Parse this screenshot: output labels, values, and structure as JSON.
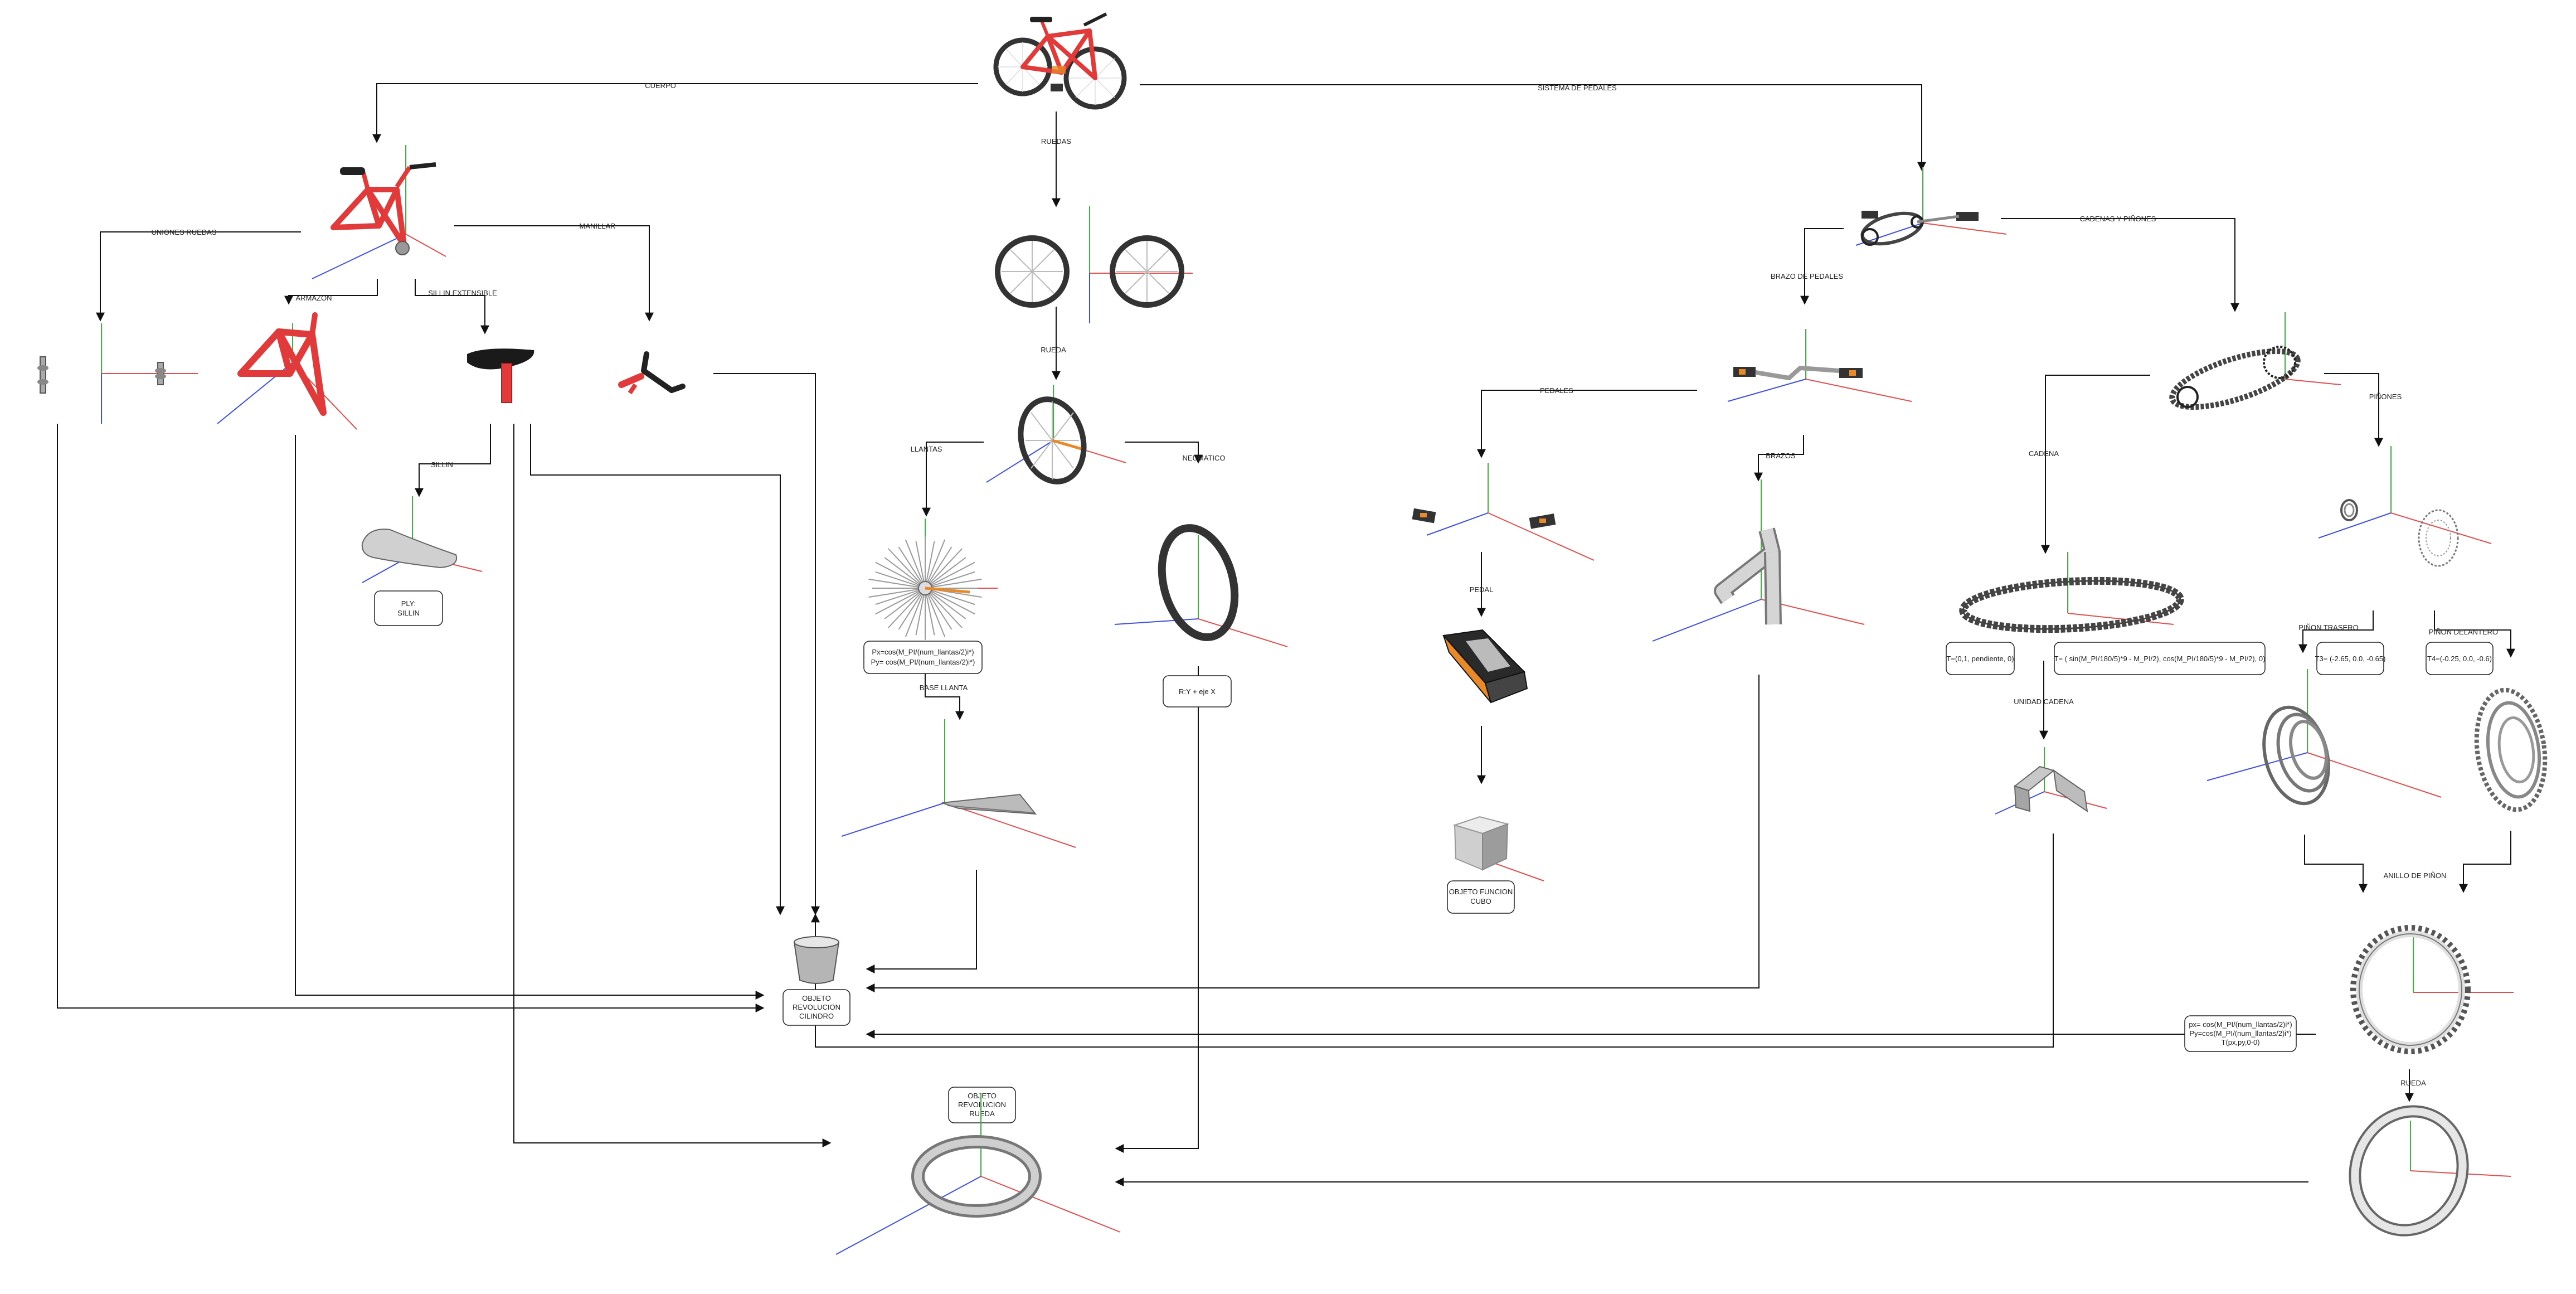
{
  "edge_labels": {
    "cuerpo": "CUERPO",
    "ruedas": "RUEDAS",
    "sistema_pedales": "SISTEMA DE PEDALES",
    "uniones_ruedas": "UNIONES RUEDAS",
    "manillar": "MANILLAR",
    "armazon": "ARMAZON",
    "sillin_extensible": "SILLIN EXTENSIBLE",
    "sillin": "SILLIN",
    "rueda": "RUEDA",
    "llantas": "LLANTAS",
    "neumatico": "NEUMATICO",
    "base_llanta": "BASE LLANTA",
    "brazo_pedales": "BRAZO DE PEDALES",
    "cadenas_pinones": "CADENAS Y PIÑONES",
    "pedales": "PEDALES",
    "brazos": "BRAZOS",
    "pedal": "PEDAL",
    "cadena": "CADENA",
    "pinones": "PIÑONES",
    "unidad_cadena": "UNIDAD CADENA",
    "pinon_trasero": "PIÑON TRASERO",
    "pinon_delantero": "PIÑON DELANTERO",
    "anillo_pinon": "ANILLO DE PIÑON",
    "rueda_2": "RUEDA"
  },
  "boxes": {
    "ply_sillin": [
      "PLY:",
      "SILLIN"
    ],
    "llantas_formula": [
      "Px=cos(M_PI/(num_llantas/2)i*)",
      "Py= cos(M_PI/(num_llantas/2)i*)"
    ],
    "neumatico_formula": [
      "R:Y + eje X"
    ],
    "cubo": [
      "OBJETO FUNCION",
      "CUBO"
    ],
    "cilindro": [
      "OBJETO",
      "REVOLUCION",
      "CILINDRO"
    ],
    "rueda_revolucion": [
      "OBJETO",
      "REVOLUCION",
      "RUEDA"
    ],
    "cadena_t1": [
      "T=(0,1, pendiente, 0)"
    ],
    "cadena_t2": [
      "T= ( sin(M_PI/180/5)*9 - M_PI/2), cos(M_PI/180/5)*9 - M_PI/2), 0)"
    ],
    "pinon_t3": [
      "T3= (-2.65, 0.0, -0.65)"
    ],
    "pinon_t4": [
      "T4=(-0.25, 0.0, -0.6)"
    ],
    "anillo_formula": [
      "px= cos(M_PI/(num_llantas/2)i*)",
      "Py=cos(M_PI/(num_llantas/2)i*)",
      "T(px,py,0-0)"
    ]
  },
  "colors": {
    "frame_red": "#e03a3a",
    "axis_x": "#e05050",
    "axis_y": "#40b040",
    "axis_z": "#4050e0",
    "pedal_orange": "#e8892a"
  }
}
